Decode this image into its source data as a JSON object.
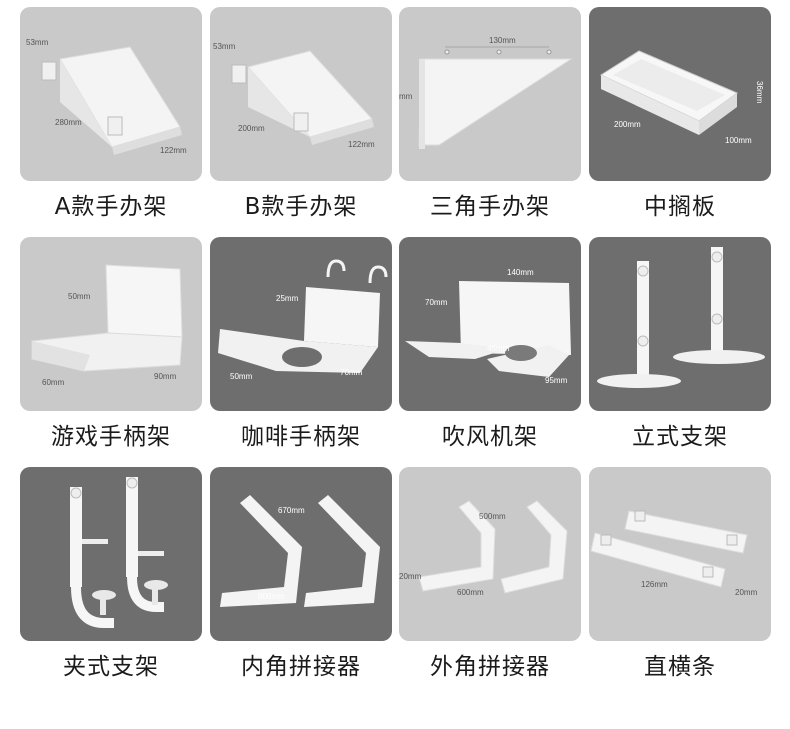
{
  "colors": {
    "tile_light": "#c9c9c9",
    "tile_dark": "#6e6e6e",
    "product": "#f4f4f4"
  },
  "products": [
    {
      "label": "A款手办架",
      "dims": [
        "53mm",
        "280mm",
        "122mm"
      ]
    },
    {
      "label": "B款手办架",
      "dims": [
        "53mm",
        "200mm",
        "122mm"
      ]
    },
    {
      "label": "三角手办架",
      "dims": [
        "130mm",
        "mm"
      ]
    },
    {
      "label": "中搁板",
      "dims": [
        "36mm",
        "200mm",
        "100mm"
      ]
    },
    {
      "label": "游戏手柄架",
      "dims": [
        "50mm",
        "60mm",
        "90mm"
      ]
    },
    {
      "label": "咖啡手柄架",
      "dims": [
        "25mm",
        "50mm",
        "70mm"
      ]
    },
    {
      "label": "吹风机架",
      "dims": [
        "140mm",
        "70mm",
        "45mm",
        "95mm"
      ]
    },
    {
      "label": "立式支架",
      "dims": []
    },
    {
      "label": "夹式支架",
      "dims": []
    },
    {
      "label": "内角拼接器",
      "dims": [
        "670mm",
        "800mm"
      ]
    },
    {
      "label": "外角拼接器",
      "dims": [
        "500mm",
        "20mm",
        "600mm"
      ]
    },
    {
      "label": "直横条",
      "dims": [
        "126mm",
        "20mm"
      ]
    }
  ]
}
